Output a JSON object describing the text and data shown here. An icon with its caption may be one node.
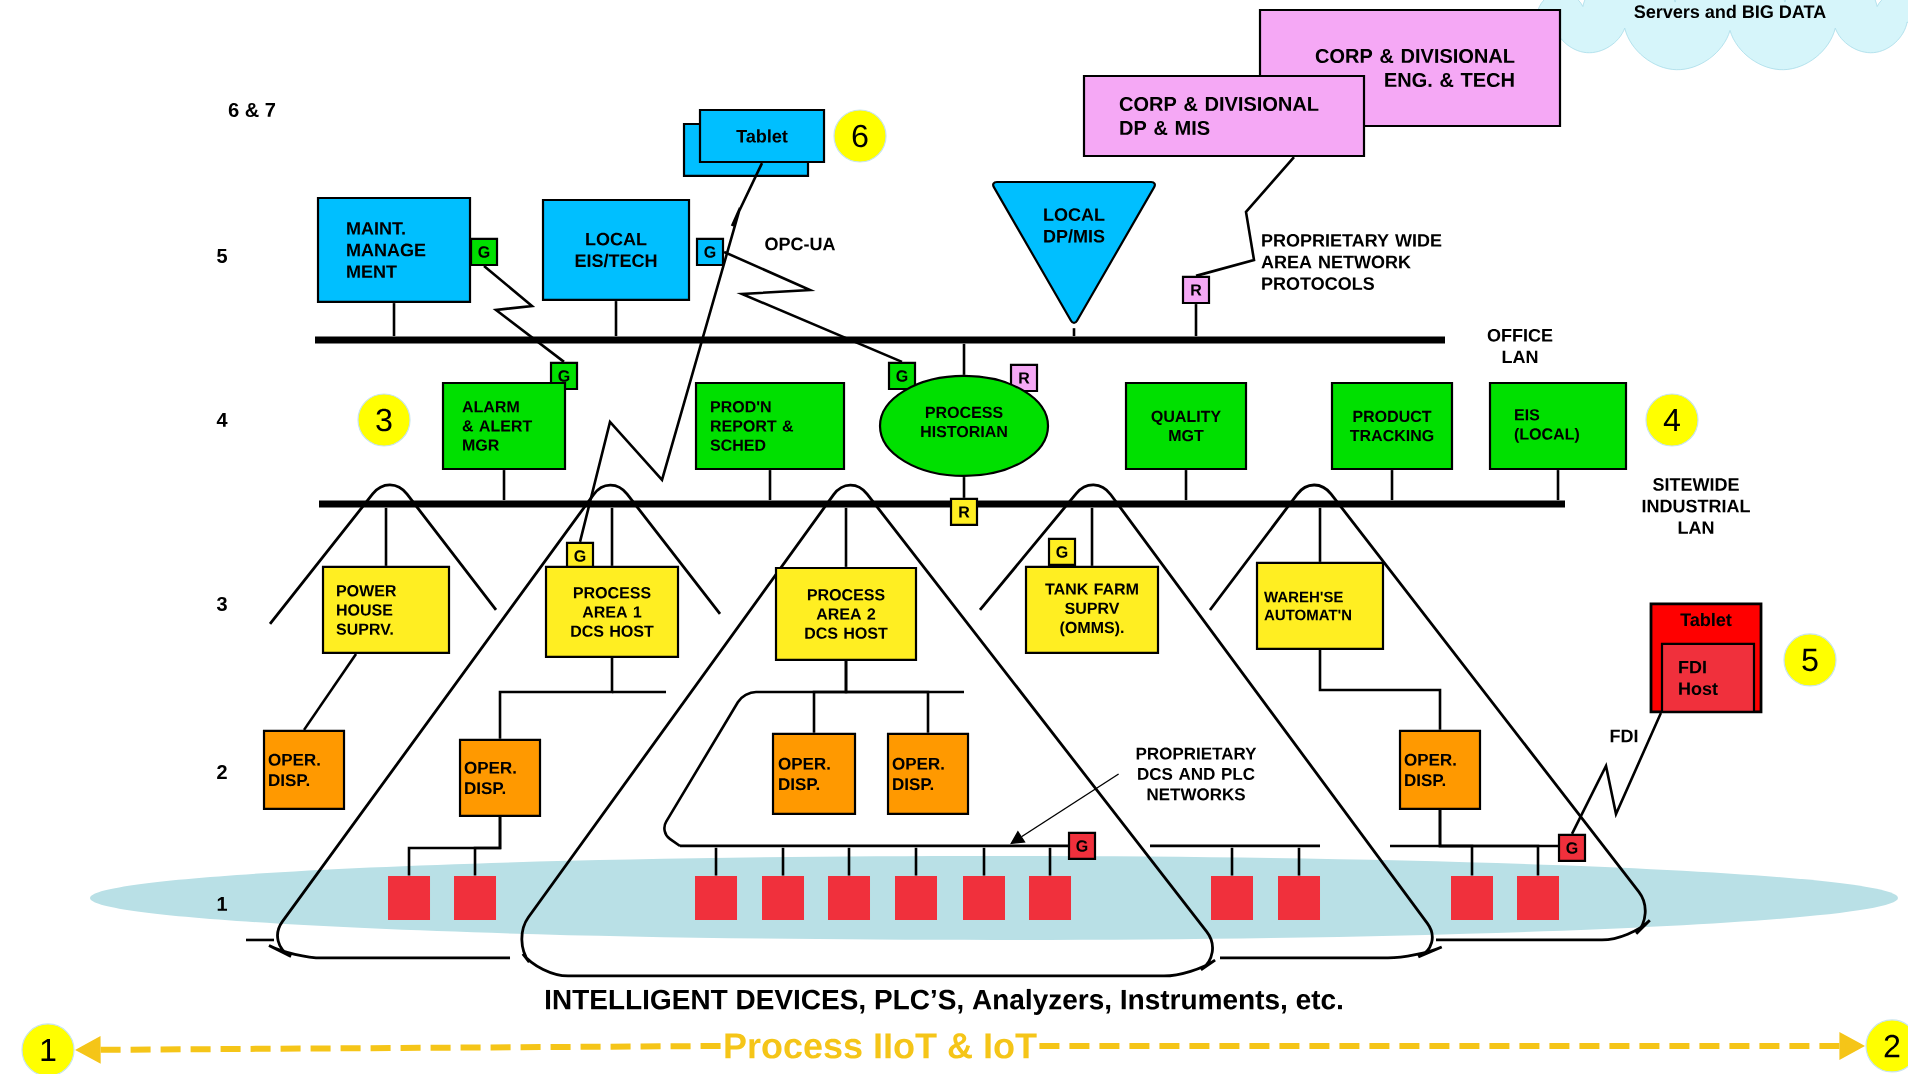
{
  "diagram": {
    "nodes": [
      {
        "text": [
          "Servers and BIG DATA"
        ]
      },
      {
        "text": [
          "Tablet"
        ]
      },
      {
        "text": [
          "6"
        ]
      },
      {
        "text": [
          "CORP & DIVISIONAL ENG. & TECH"
        ]
      },
      {
        "text": [
          "CORP & DIVISIONAL DP & MIS"
        ]
      },
      {
        "text": [
          "MAINT. MANAGE MENT"
        ]
      },
      {
        "text": [
          "G"
        ]
      },
      {
        "text": [
          "LOCAL EIS/TECH"
        ]
      },
      {
        "text": [
          "G"
        ]
      },
      {
        "text": [
          "LOCAL DP/MIS"
        ]
      },
      {
        "text": [
          "R"
        ]
      },
      {
        "text": [],
        "shape": "bar"
      },
      {
        "text": [
          "G"
        ]
      },
      {
        "text": [
          "G"
        ]
      },
      {
        "text": [
          "R"
        ]
      },
      {
        "text": [
          "3"
        ]
      },
      {
        "text": [
          "ALARM & ALERT MGR"
        ]
      },
      {
        "text": [
          "PROD'N REPORT & SCHED"
        ]
      },
      {
        "text": [
          "PROCESS HISTORIAN"
        ]
      },
      {
        "text": [
          "QUALITY MGT"
        ]
      },
      {
        "text": [
          "PRODUCT TRACKING"
        ]
      },
      {
        "text": [
          "EIS (LOCAL)"
        ]
      },
      {
        "text": [
          "4"
        ]
      },
      {
        "text": [],
        "shape": "bar"
      },
      {
        "text": [
          "R"
        ]
      },
      {
        "text": [
          "G"
        ]
      },
      {
        "text": [
          "G"
        ]
      },
      {
        "text": [
          "POWER HOUSE SUPRV."
        ]
      },
      {
        "text": [
          "PROCESS AREA 1 DCS HOST"
        ]
      },
      {
        "text": [
          "PROCESS AREA 2 DCS HOST"
        ]
      },
      {
        "text": [
          "TANK FARM SUPRV (OMMS)."
        ]
      },
      {
        "text": [
          "WAREH'SE AUTOMAT'N"
        ]
      },
      {
        "text": [
          "Tablet"
        ]
      },
      {
        "text": [
          "FDI Host"
        ],
        "in": 32
      },
      {
        "text": [
          "5"
        ]
      },
      {
        "text": [
          "OPER. DISP."
        ]
      },
      {
        "text": [
          "OPER. DISP."
        ]
      },
      {
        "text": [
          "OPER. DISP."
        ]
      },
      {
        "text": [
          "OPER. DISP."
        ]
      },
      {
        "text": [
          "OPER. DISP."
        ]
      },
      {
        "text": [
          "PROPRIETARY DCS AND PLC NETWORKS"
        ]
      },
      {
        "text": [
          "G"
        ]
      },
      {
        "text": [
          "G"
        ]
      },
      {
        "text": [],
        "shape": "box"
      },
      {
        "text": [],
        "shape": "box"
      },
      {
        "text": [],
        "shape": "box"
      },
      {
        "text": [],
        "shape": "box"
      },
      {
        "text": [],
        "shape": "box"
      },
      {
        "text": [],
        "shape": "box"
      },
      {
        "text": [],
        "shape": "box"
      },
      {
        "text": [],
        "shape": "box"
      },
      {
        "text": [],
        "shape": "box"
      },
      {
        "text": [],
        "shape": "box"
      },
      {
        "text": [],
        "shape": "box"
      },
      {
        "text": [],
        "shape": "box"
      },
      {
        "text": [
          "1"
        ]
      },
      {
        "text": [
          "Process IIoT & IoT"
        ]
      },
      {
        "text": [
          "2"
        ]
      },
      {
        "text": [],
        "shape": "bar"
      },
      {
        "text": [],
        "shape": "bar"
      }
    ],
    "edges": [
      {
        "from": 1,
        "to": 25,
        "arrow": "none"
      },
      {
        "from": 6,
        "to": 12,
        "arrow": "none"
      },
      {
        "from": 8,
        "to": 13,
        "arrow": "none"
      },
      {
        "from": 4,
        "to": 10,
        "arrow": "none"
      },
      {
        "from": 10,
        "to": 11,
        "arrow": "none"
      },
      {
        "from": 5,
        "to": 11,
        "arrow": "none"
      },
      {
        "from": 7,
        "to": 11,
        "arrow": "none"
      },
      {
        "from": 9,
        "to": 11,
        "arrow": "none"
      },
      {
        "from": 18,
        "to": 11,
        "arrow": "none"
      },
      {
        "from": 16,
        "to": 23,
        "arrow": "none"
      },
      {
        "from": 17,
        "to": 23,
        "arrow": "none"
      },
      {
        "from": 18,
        "to": 24,
        "arrow": "none"
      },
      {
        "from": 19,
        "to": 23,
        "arrow": "none"
      },
      {
        "from": 20,
        "to": 23,
        "arrow": "none"
      },
      {
        "from": 21,
        "to": 23,
        "arrow": "none"
      },
      {
        "from": 27,
        "to": 23,
        "arrow": "none"
      },
      {
        "from": 28,
        "to": 23,
        "arrow": "none"
      },
      {
        "from": 29,
        "to": 23,
        "arrow": "none"
      },
      {
        "from": 30,
        "to": 23,
        "arrow": "none"
      },
      {
        "from": 31,
        "to": 23,
        "arrow": "none"
      },
      {
        "from": 27,
        "to": 35,
        "arrow": "none"
      },
      {
        "from": 28,
        "to": 36,
        "arrow": "none"
      },
      {
        "from": 29,
        "to": 37,
        "arrow": "none"
      },
      {
        "from": 29,
        "to": 38,
        "arrow": "none"
      },
      {
        "from": 31,
        "to": 39,
        "arrow": "none"
      },
      {
        "from": 36,
        "to": 43,
        "arrow": "none"
      },
      {
        "from": 36,
        "to": 44,
        "arrow": "none"
      },
      {
        "from": 39,
        "to": 53,
        "arrow": "none"
      },
      {
        "from": 39,
        "to": 54,
        "arrow": "none"
      },
      {
        "from": 33,
        "to": 42,
        "arrow": "none",
        "label": "FDI"
      },
      {
        "from": 40,
        "to": 58,
        "arrow": "to"
      },
      {
        "from": 56,
        "to": 55,
        "arrow": "to",
        "style": "dashed",
        "color": "#f5c518"
      },
      {
        "from": 56,
        "to": 57,
        "arrow": "to",
        "style": "dashed",
        "color": "#f5c518"
      },
      {
        "from": 58,
        "to": 45,
        "arrow": "none"
      },
      {
        "from": 58,
        "to": 46,
        "arrow": "none"
      },
      {
        "from": 58,
        "to": 47,
        "arrow": "none"
      },
      {
        "from": 58,
        "to": 48,
        "arrow": "none"
      },
      {
        "from": 58,
        "to": 49,
        "arrow": "none"
      },
      {
        "from": 58,
        "to": 50,
        "arrow": "none"
      },
      {
        "from": 59,
        "to": 51,
        "arrow": "none"
      },
      {
        "from": 59,
        "to": 52,
        "arrow": "none"
      }
    ],
    "labels": [
      "6 & 7",
      "5",
      "OPC-UA",
      "PROPRIETARY WIDE AREA NETWORK PROTOCOLS",
      "OFFICE LAN",
      "4",
      "SITEWIDE INDUSTRIAL LAN",
      "3",
      "2",
      "1",
      "INTELLIGENT DEVICES, PLC’S, Analyzers, Instruments, etc."
    ]
  }
}
